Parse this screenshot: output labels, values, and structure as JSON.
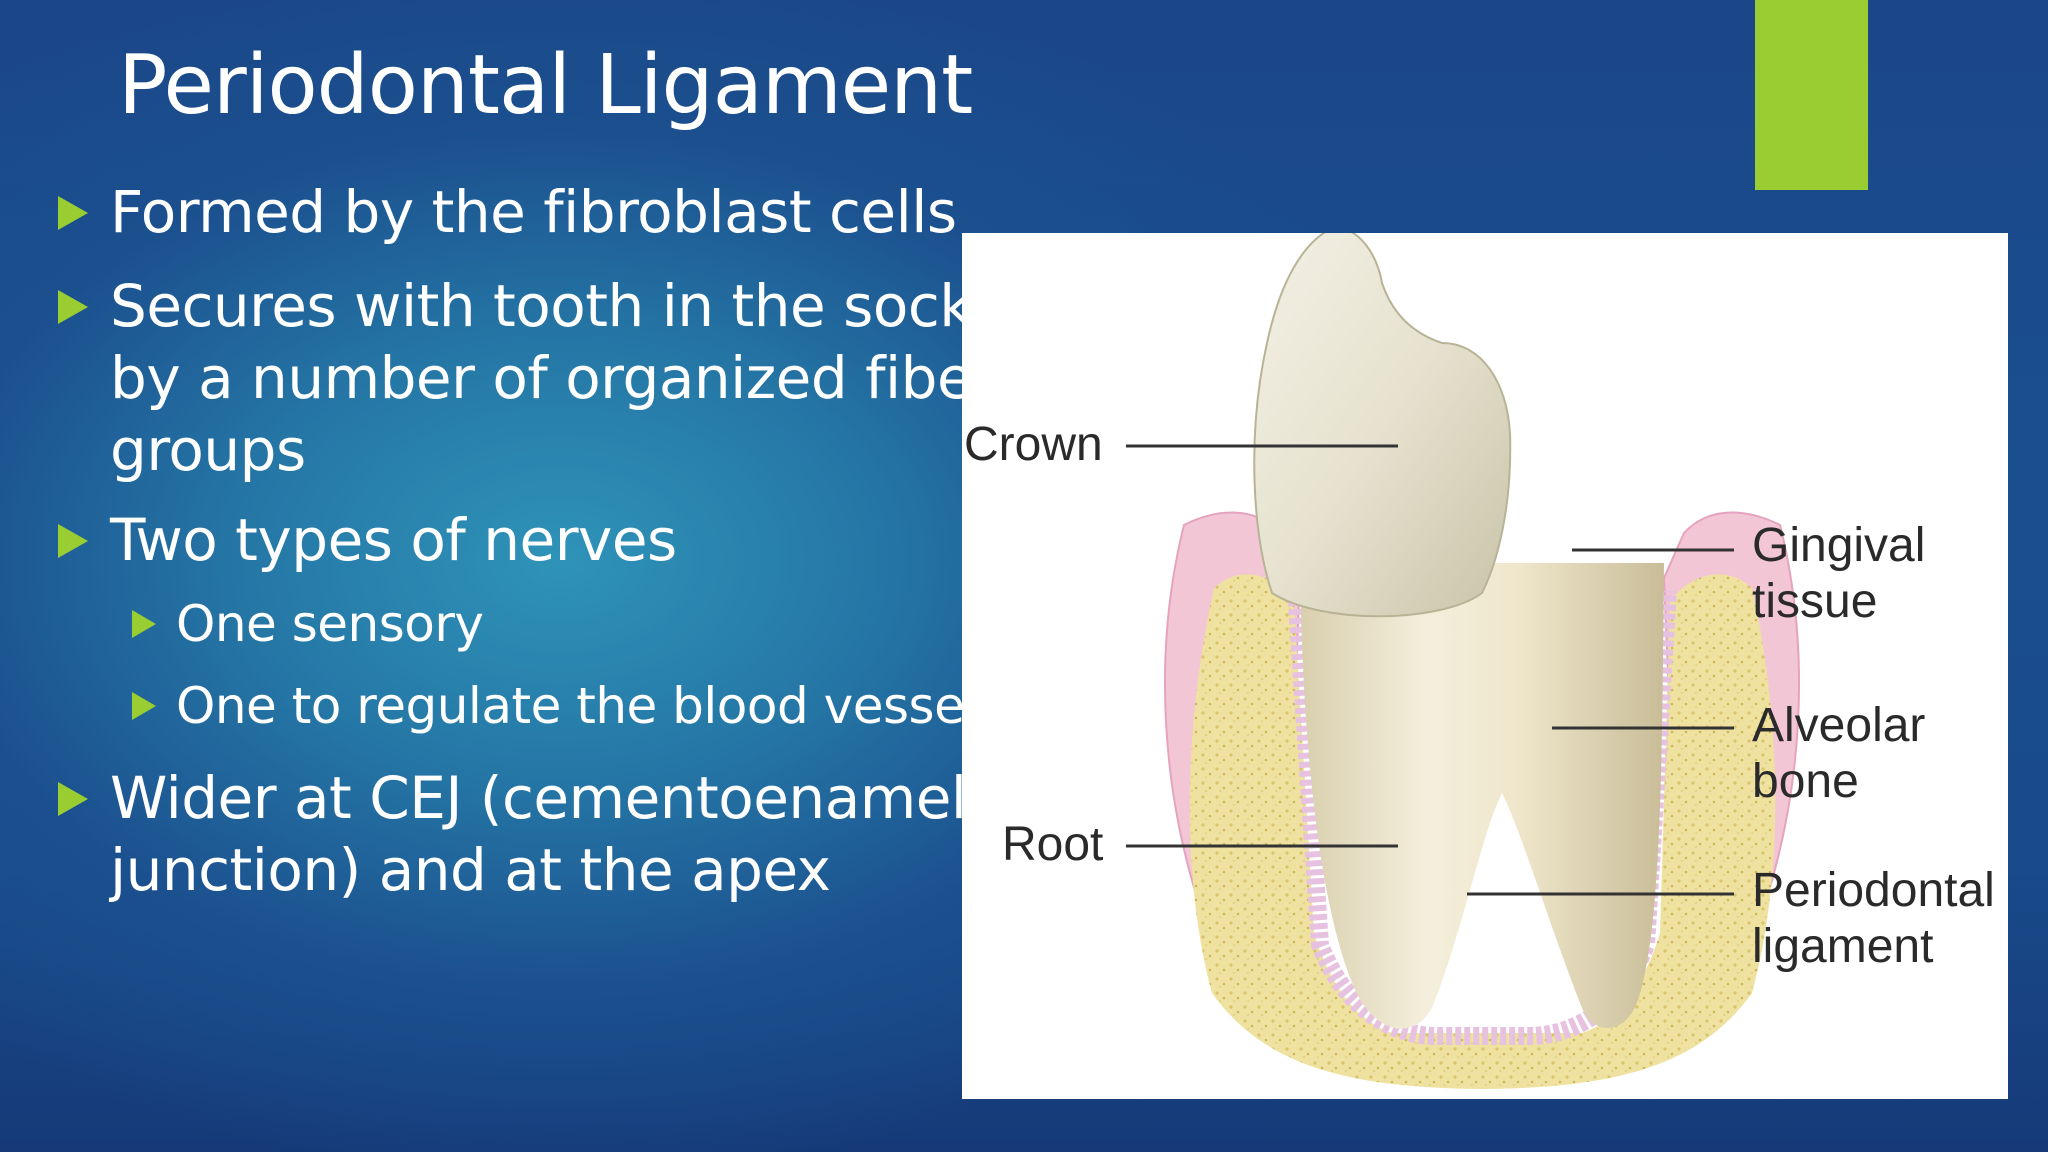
{
  "slide": {
    "title": "Periodontal Ligament",
    "accent_color": "#9acd32",
    "background_color": "#1f5a99",
    "bullets": [
      {
        "level": 1,
        "text": "Formed by the fibroblast cells"
      },
      {
        "level": 1,
        "text": "Secures with tooth in the socket\nby a number of organized fiber\ngroups"
      },
      {
        "level": 1,
        "text": "Two types of nerves"
      },
      {
        "level": 2,
        "text": "One sensory"
      },
      {
        "level": 2,
        "text": "One to regulate the blood vessels"
      },
      {
        "level": 1,
        "text": "Wider at CEJ (cementoenamel\njunction) and at the apex"
      }
    ]
  },
  "diagram": {
    "labels": {
      "crown": "Crown",
      "root": "Root",
      "gingival": "Gingival\ntissue",
      "alveolar": "Alveolar\nbone",
      "periodontal": "Periodontal\nligament"
    }
  }
}
